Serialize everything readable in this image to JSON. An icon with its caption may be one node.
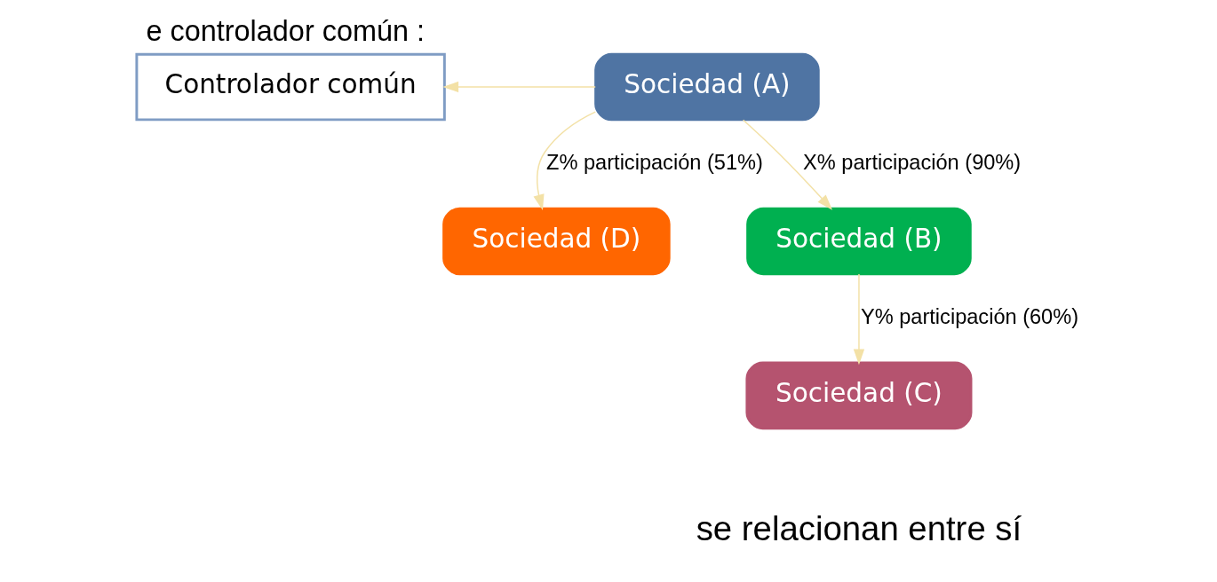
{
  "diagram": {
    "title": "e controlador común :",
    "nodes": [
      {
        "text": [
          "Controlador común"
        ]
      },
      {
        "text": [
          "Sociedad (A)"
        ]
      },
      {
        "text": [
          "Sociedad (D)"
        ]
      },
      {
        "text": [
          "Sociedad (B)"
        ]
      },
      {
        "text": [
          "Sociedad (C)"
        ]
      }
    ],
    "edges": [
      {
        "from": 1,
        "to": 0,
        "arrow": "to"
      },
      {
        "from": 1,
        "to": 2,
        "arrow": "to",
        "label": "Z% participación (51%)"
      },
      {
        "from": 1,
        "to": 3,
        "arrow": "to",
        "label": "X% participación (90%)"
      },
      {
        "from": 3,
        "to": 4,
        "arrow": "to",
        "label": "Y% participación (60%)"
      }
    ],
    "labels": [
      "se relacionan entre sí"
    ]
  }
}
